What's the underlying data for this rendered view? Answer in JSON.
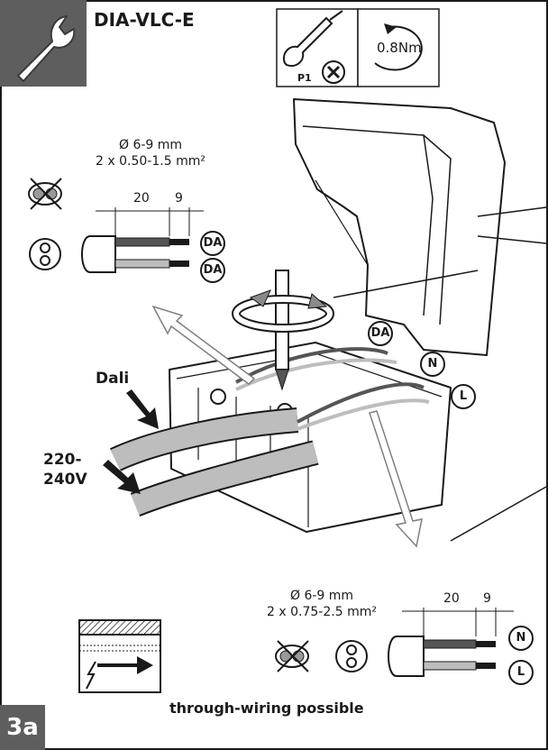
{
  "header": {
    "title": "DIA-VLC-E",
    "screwdriver_label": "P1",
    "torque_label": "0.8Nm"
  },
  "top_spec": {
    "diameter": "Ø 6-9 mm",
    "cross_section": "2 x 0.50-1.5 mm²",
    "strip_lengths": [
      "20",
      "9"
    ],
    "terminals": [
      "DA",
      "DA"
    ]
  },
  "bottom_spec": {
    "diameter": "Ø 6-9 mm",
    "cross_section": "2 x 0.75-2.5 mm²",
    "strip_lengths": [
      "20",
      "9"
    ],
    "terminals": [
      "N",
      "L"
    ]
  },
  "device_terminals": [
    "DA",
    "N",
    "L"
  ],
  "cables": {
    "dali_label": "Dali",
    "mains_label_line1": "220-",
    "mains_label_line2": "240V"
  },
  "through_wiring_label": "through-wiring possible",
  "step_label": "3a",
  "colors": {
    "frame": "#1a1a1a",
    "tab": "#5e5e5e",
    "cable": "#bdbdbd",
    "arrow": "#7f7f7f"
  }
}
